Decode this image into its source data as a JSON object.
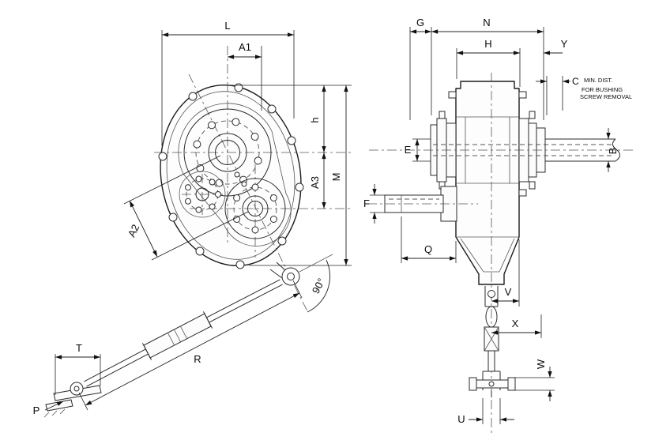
{
  "views": {
    "front": {
      "labels": {
        "L": "L",
        "A1": "A1",
        "h": "h",
        "A3": "A3",
        "M": "M",
        "A2": "A2",
        "angle": "90°",
        "T": "T",
        "R": "R",
        "P": "P"
      }
    },
    "side": {
      "labels": {
        "G": "G",
        "N": "N",
        "H": "H",
        "Y": "Y",
        "C": "C",
        "E": "E",
        "B": "B",
        "F": "F",
        "Q": "Q",
        "V": "V",
        "X": "X",
        "W": "W",
        "U": "U"
      },
      "notes": {
        "min_dist": "MIN. DIST.",
        "bushing_line1": "FOR BUSHING",
        "bushing_line2": "SCREW REMOVAL"
      }
    }
  }
}
